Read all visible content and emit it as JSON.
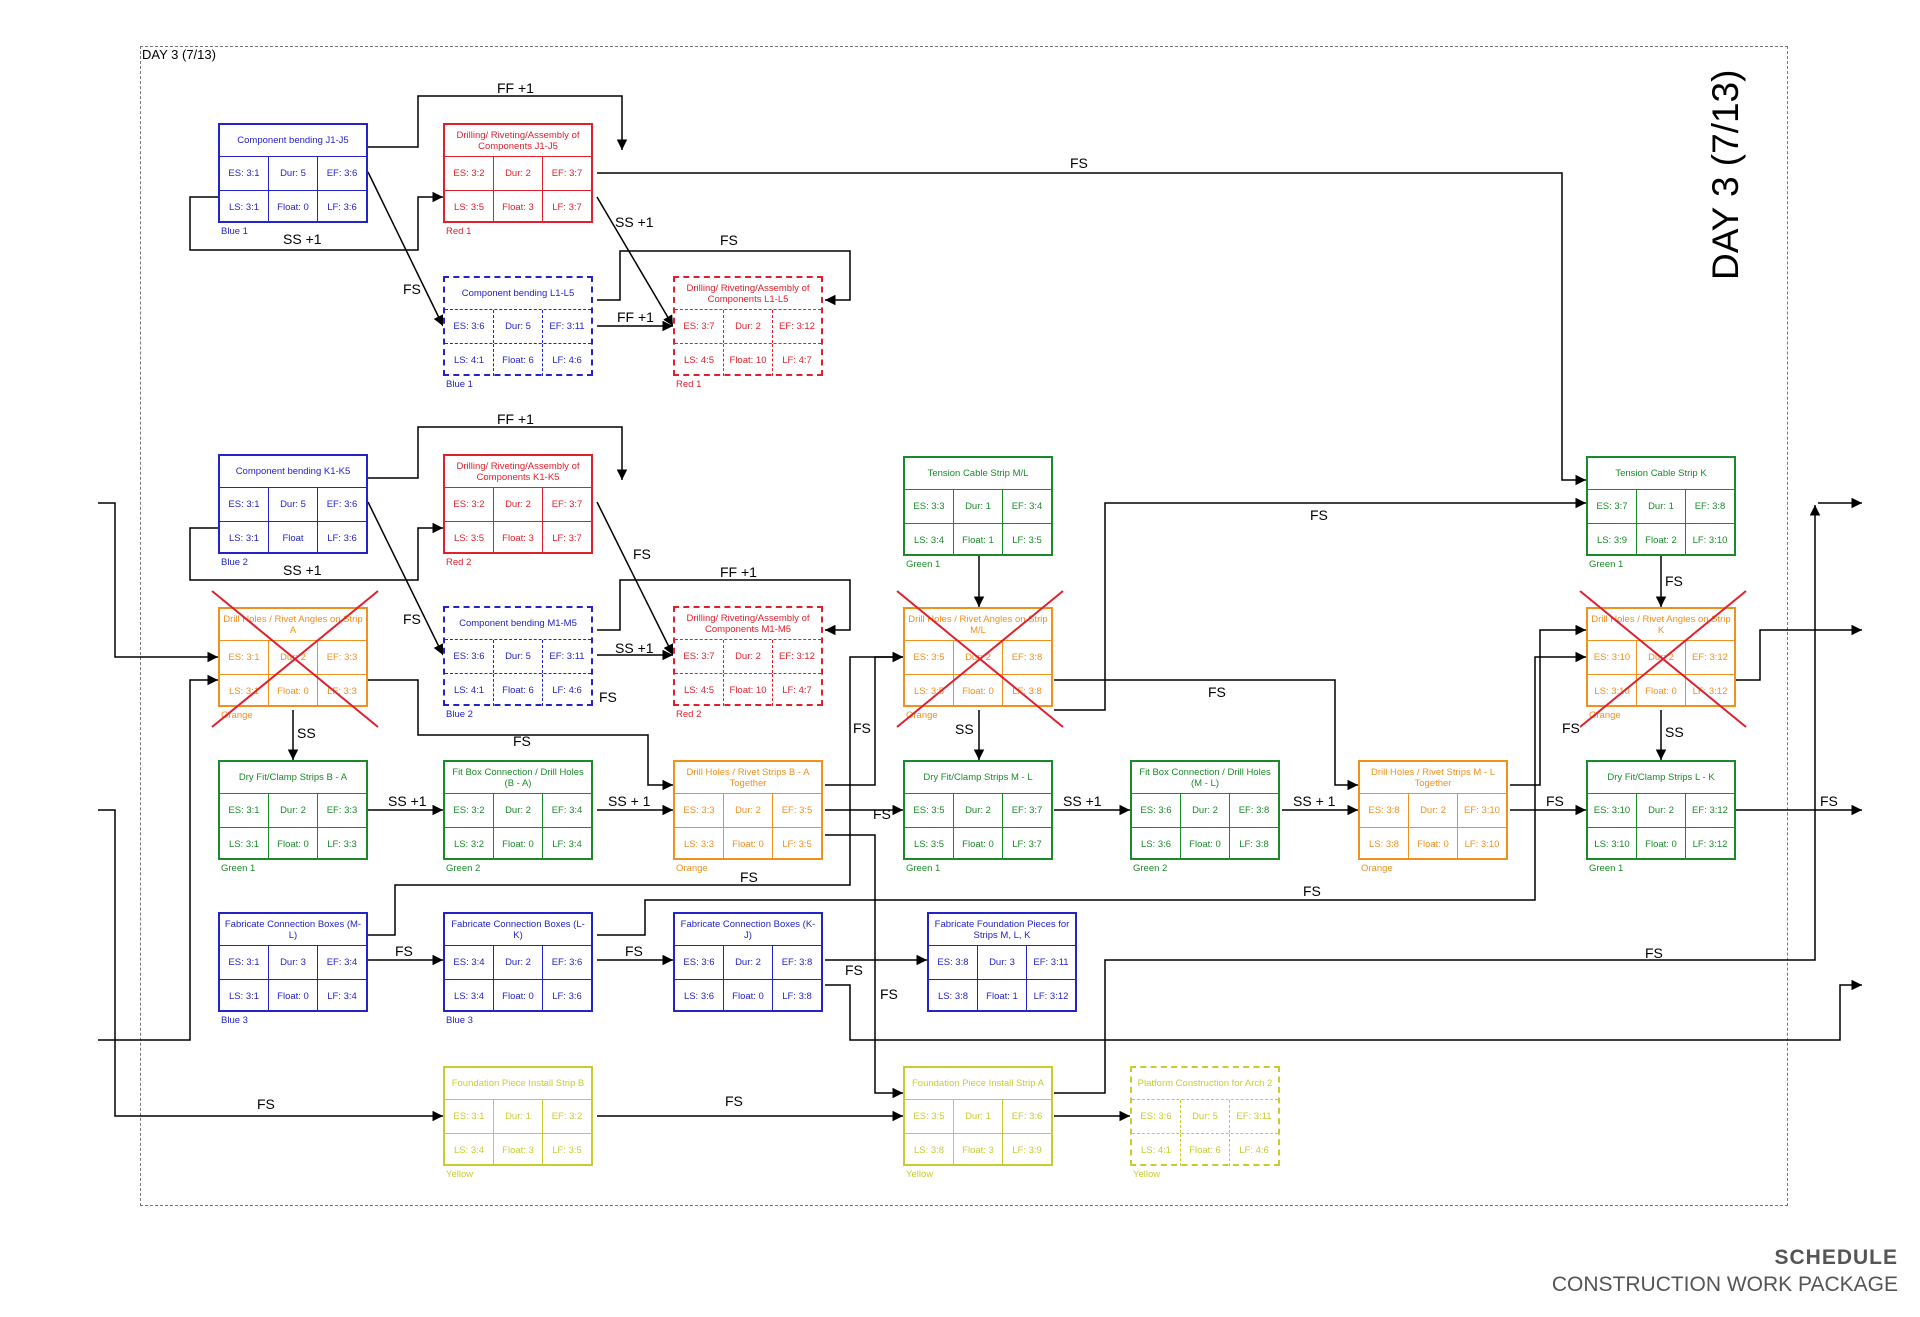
{
  "frame_label": "DAY 3 (7/13)",
  "day_title": "DAY 3 (7/13)",
  "footer": {
    "title": "SCHEDULE",
    "subtitle": "CONSTRUCTION WORK PACKAGE"
  },
  "colors": {
    "blue": "#2323c8",
    "red": "#e0202e",
    "green": "#1a8a2a",
    "orange": "#f0901e",
    "yellow": "#c9cc2e"
  },
  "nodes": [
    {
      "id": "n1",
      "title": "Component bending J1-J5",
      "es": "ES: 3:1",
      "dur": "Dur: 5",
      "ef": "EF: 3:6",
      "ls": "LS: 3:1",
      "float": "Float: 0",
      "lf": "LF: 3:6",
      "crew": "Blue 1",
      "color": "blue",
      "dashed": false,
      "crossed": false
    },
    {
      "id": "n2",
      "title": "Drilling/ Riveting/Assembly of Components J1-J5",
      "es": "ES: 3:2",
      "dur": "Dur: 2",
      "ef": "EF: 3:7",
      "ls": "LS: 3:5",
      "float": "Float: 3",
      "lf": "LF: 3:7",
      "crew": "Red 1",
      "color": "red",
      "dashed": false,
      "crossed": false
    },
    {
      "id": "n3",
      "title": "Component bending L1-L5",
      "es": "ES: 3:6",
      "dur": "Dur: 5",
      "ef": "EF: 3:11",
      "ls": "LS: 4:1",
      "float": "Float: 6",
      "lf": "LF: 4:6",
      "crew": "Blue 1",
      "color": "blue",
      "dashed": true,
      "crossed": false
    },
    {
      "id": "n4",
      "title": "Drilling/ Riveting/Assembly of Components L1-L5",
      "es": "ES: 3:7",
      "dur": "Dur: 2",
      "ef": "EF: 3:12",
      "ls": "LS: 4:5",
      "float": "Float: 10",
      "lf": "LF: 4:7",
      "crew": "Red 1",
      "color": "red",
      "dashed": true,
      "crossed": false
    },
    {
      "id": "n5",
      "title": "Component bending K1-K5",
      "es": "ES: 3:1",
      "dur": "Dur: 5",
      "ef": "EF: 3:6",
      "ls": "LS: 3:1",
      "float": "Float",
      "lf": "LF: 3:6",
      "crew": "Blue 2",
      "color": "blue",
      "dashed": false,
      "crossed": false
    },
    {
      "id": "n6",
      "title": "Drilling/ Riveting/Assembly of Components K1-K5",
      "es": "ES: 3:2",
      "dur": "Dur: 2",
      "ef": "EF: 3:7",
      "ls": "LS: 3:5",
      "float": "Float: 3",
      "lf": "LF: 3:7",
      "crew": "Red 2",
      "color": "red",
      "dashed": false,
      "crossed": false
    },
    {
      "id": "n7",
      "title": "Component bending M1-M5",
      "es": "ES: 3:6",
      "dur": "Dur: 5",
      "ef": "EF: 3:11",
      "ls": "LS: 4:1",
      "float": "Float: 6",
      "lf": "LF: 4:6",
      "crew": "Blue 2",
      "color": "blue",
      "dashed": true,
      "crossed": false
    },
    {
      "id": "n8",
      "title": "Drilling/ Riveting/Assembly of Components M1-M5",
      "es": "ES: 3:7",
      "dur": "Dur: 2",
      "ef": "EF: 3:12",
      "ls": "LS: 4:5",
      "float": "Float: 10",
      "lf": "LF: 4:7",
      "crew": "Red 2",
      "color": "red",
      "dashed": true,
      "crossed": false
    },
    {
      "id": "n9",
      "title": "Drill Holes / Rivet Angles on Strip A",
      "es": "ES: 3:1",
      "dur": "Dur: 2",
      "ef": "EF: 3:3",
      "ls": "LS: 3:1",
      "float": "Float: 0",
      "lf": "LF: 3:3",
      "crew": "Orange",
      "color": "orange",
      "dashed": false,
      "crossed": true
    },
    {
      "id": "n10",
      "title": "Tension Cable Strip M/L",
      "es": "ES: 3:3",
      "dur": "Dur: 1",
      "ef": "EF: 3:4",
      "ls": "LS: 3:4",
      "float": "Float: 1",
      "lf": "LF: 3:5",
      "crew": "Green 1",
      "color": "green",
      "dashed": false,
      "crossed": false
    },
    {
      "id": "n11",
      "title": "Drill Holes / Rivet Angles on Strip M/L",
      "es": "ES: 3:5",
      "dur": "Dur: 2",
      "ef": "EF: 3:8",
      "ls": "LS: 3:5",
      "float": "Float: 0",
      "lf": "LF: 3:8",
      "crew": "Orange",
      "color": "orange",
      "dashed": false,
      "crossed": true
    },
    {
      "id": "n12",
      "title": "Tension Cable Strip K",
      "es": "ES: 3:7",
      "dur": "Dur: 1",
      "ef": "EF: 3:8",
      "ls": "LS: 3:9",
      "float": "Float: 2",
      "lf": "LF: 3:10",
      "crew": "Green 1",
      "color": "green",
      "dashed": false,
      "crossed": false
    },
    {
      "id": "n13",
      "title": "Drill Holes / Rivet Angles on Strip K",
      "es": "ES: 3:10",
      "dur": "Dur: 2",
      "ef": "EF: 3:12",
      "ls": "LS: 3:10",
      "float": "Float: 0",
      "lf": "LF: 3:12",
      "crew": "Orange",
      "color": "orange",
      "dashed": false,
      "crossed": true
    },
    {
      "id": "n14",
      "title": "Dry Fit/Clamp Strips B - A",
      "es": "ES: 3:1",
      "dur": "Dur: 2",
      "ef": "EF: 3:3",
      "ls": "LS: 3:1",
      "float": "Float: 0",
      "lf": "LF: 3:3",
      "crew": "Green 1",
      "color": "green",
      "dashed": false,
      "crossed": false
    },
    {
      "id": "n15",
      "title": "Fit Box Connection / Drill Holes (B - A)",
      "es": "ES: 3:2",
      "dur": "Dur: 2",
      "ef": "EF: 3:4",
      "ls": "LS: 3:2",
      "float": "Float: 0",
      "lf": "LF: 3:4",
      "crew": "Green 2",
      "color": "green",
      "dashed": false,
      "crossed": false
    },
    {
      "id": "n16",
      "title": "Drill Holes / Rivet Strips B - A Together",
      "es": "ES: 3:3",
      "dur": "Dur: 2",
      "ef": "EF: 3:5",
      "ls": "LS: 3:3",
      "float": "Float: 0",
      "lf": "LF: 3:5",
      "crew": "Orange",
      "color": "orange",
      "dashed": false,
      "crossed": false
    },
    {
      "id": "n17",
      "title": "Dry Fit/Clamp Strips M - L",
      "es": "ES: 3:5",
      "dur": "Dur: 2",
      "ef": "EF: 3:7",
      "ls": "LS: 3:5",
      "float": "Float: 0",
      "lf": "LF: 3:7",
      "crew": "Green 1",
      "color": "green",
      "dashed": false,
      "crossed": false
    },
    {
      "id": "n18",
      "title": "Fit Box Connection / Drill Holes (M - L)",
      "es": "ES: 3:6",
      "dur": "Dur: 2",
      "ef": "EF: 3:8",
      "ls": "LS: 3:6",
      "float": "Float: 0",
      "lf": "LF: 3:8",
      "crew": "Green 2",
      "color": "green",
      "dashed": false,
      "crossed": false
    },
    {
      "id": "n19",
      "title": "Drill Holes / Rivet Strips M - L Together",
      "es": "ES: 3:8",
      "dur": "Dur: 2",
      "ef": "EF: 3:10",
      "ls": "LS: 3:8",
      "float": "Float: 0",
      "lf": "LF: 3:10",
      "crew": "Orange",
      "color": "orange",
      "dashed": false,
      "crossed": false
    },
    {
      "id": "n20",
      "title": "Dry Fit/Clamp Strips L - K",
      "es": "ES: 3:10",
      "dur": "Dur: 2",
      "ef": "EF: 3:12",
      "ls": "LS: 3:10",
      "float": "Float: 0",
      "lf": "LF: 3:12",
      "crew": "Green 1",
      "color": "green",
      "dashed": false,
      "crossed": false
    },
    {
      "id": "n21",
      "title": "Fabricate Connection Boxes (M-L)",
      "es": "ES: 3:1",
      "dur": "Dur: 3",
      "ef": "EF: 3:4",
      "ls": "LS: 3:1",
      "float": "Float: 0",
      "lf": "LF: 3:4",
      "crew": "Blue 3",
      "color": "blue",
      "dashed": false,
      "crossed": false
    },
    {
      "id": "n22",
      "title": "Fabricate Connection Boxes (L-K)",
      "es": "ES: 3:4",
      "dur": "Dur: 2",
      "ef": "EF: 3:6",
      "ls": "LS: 3:4",
      "float": "Float: 0",
      "lf": "LF: 3:6",
      "crew": "Blue 3",
      "color": "blue",
      "dashed": false,
      "crossed": false
    },
    {
      "id": "n23",
      "title": "Fabricate Connection Boxes (K-J)",
      "es": "ES: 3:6",
      "dur": "Dur: 2",
      "ef": "EF: 3:8",
      "ls": "LS: 3:6",
      "float": "Float: 0",
      "lf": "LF: 3:8",
      "crew": "",
      "color": "blue",
      "dashed": false,
      "crossed": false
    },
    {
      "id": "n24",
      "title": "Fabricate Foundation Pieces for Strips M, L, K",
      "es": "ES: 3:8",
      "dur": "Dur: 3",
      "ef": "EF: 3:11",
      "ls": "LS: 3:8",
      "float": "Float: 1",
      "lf": "LF: 3:12",
      "crew": "",
      "color": "blue",
      "dashed": false,
      "crossed": false
    },
    {
      "id": "n25",
      "title": "Foundation Piece Install Strip B",
      "es": "ES: 3:1",
      "dur": "Dur: 1",
      "ef": "EF: 3:2",
      "ls": "LS: 3:4",
      "float": "Float: 3",
      "lf": "LF: 3:5",
      "crew": "Yellow",
      "color": "yellow",
      "dashed": false,
      "crossed": false
    },
    {
      "id": "n26",
      "title": "Foundation Piece Install Strip A",
      "es": "ES: 3:5",
      "dur": "Dur: 1",
      "ef": "EF: 3:6",
      "ls": "LS: 3:8",
      "float": "Float: 3",
      "lf": "LF: 3:9",
      "crew": "Yellow",
      "color": "yellow",
      "dashed": false,
      "crossed": false
    },
    {
      "id": "n27",
      "title": "Platform Construction for Arch 2",
      "es": "ES: 3:6",
      "dur": "Dur: 5",
      "ef": "EF: 3:11",
      "ls": "LS: 4:1",
      "float": "Float: 6",
      "lf": "LF: 4:6",
      "crew": "Yellow",
      "color": "yellow",
      "dashed": true,
      "crossed": false
    }
  ],
  "links": [
    "FF +1",
    "SS +1",
    "FS",
    "FS",
    "SS +1",
    "FF +1",
    "FS",
    "FF +1",
    "SS +1",
    "FS",
    "FS",
    "SS +1",
    "FF +1",
    "FS",
    "SS",
    "SS +1",
    "SS + 1",
    "FS",
    "FS",
    "SS",
    "SS +1",
    "SS + 1",
    "FS",
    "FS",
    "FS",
    "SS",
    "FS",
    "FS",
    "FS",
    "FS",
    "FS",
    "FS",
    "FS",
    "FS",
    "FS",
    "FS"
  ]
}
